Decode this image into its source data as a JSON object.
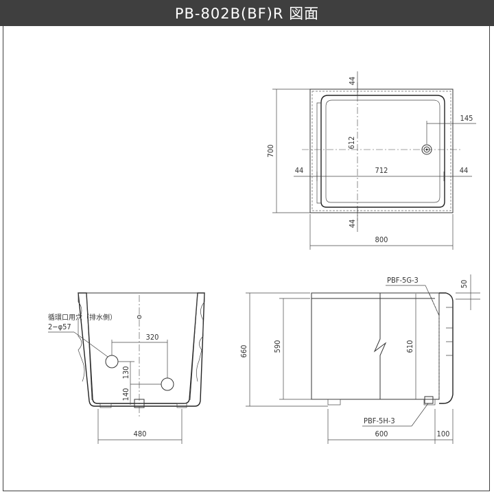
{
  "header": {
    "title": "PB-802B(BF)R 図面"
  },
  "plan": {
    "dim_top_rim": "44",
    "dim_bottom_rim": "44",
    "dim_left_rim": "44",
    "dim_right_rim": "44",
    "dim_inner_width": "712",
    "dim_inner_depth": "612",
    "dim_drain_offset": "145",
    "dim_depth": "700",
    "dim_width": "800"
  },
  "side_left": {
    "note_line1": "循環口用穴（排水側）",
    "note_line2": "2−φ57",
    "dim_spacing": "320",
    "dim_height_130": "130",
    "dim_height_140": "140",
    "dim_width": "480"
  },
  "side_right": {
    "label_top_part": "PBF-5G-3",
    "label_bottom_part": "PBF-5H-3",
    "dim_rim": "50",
    "dim_total_height": "660",
    "dim_body_height": "590",
    "dim_inner_height": "610",
    "dim_body_width": "600",
    "dim_apron": "100"
  }
}
